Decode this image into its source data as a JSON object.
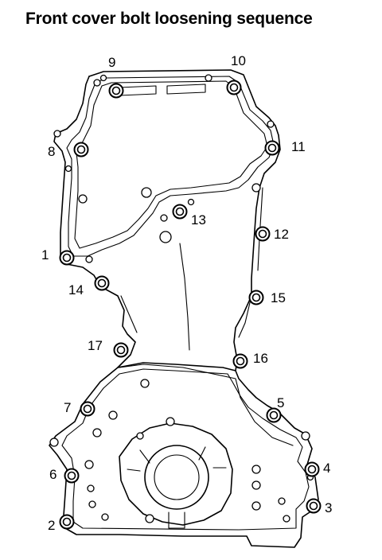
{
  "title": "Front cover bolt loosening sequence",
  "bolts": [
    {
      "label": "1"
    },
    {
      "label": "2"
    },
    {
      "label": "3"
    },
    {
      "label": "4"
    },
    {
      "label": "5"
    },
    {
      "label": "6"
    },
    {
      "label": "7"
    },
    {
      "label": "8"
    },
    {
      "label": "9"
    },
    {
      "label": "10"
    },
    {
      "label": "11"
    },
    {
      "label": "12"
    },
    {
      "label": "13"
    },
    {
      "label": "14"
    },
    {
      "label": "15"
    },
    {
      "label": "16"
    },
    {
      "label": "17"
    }
  ]
}
